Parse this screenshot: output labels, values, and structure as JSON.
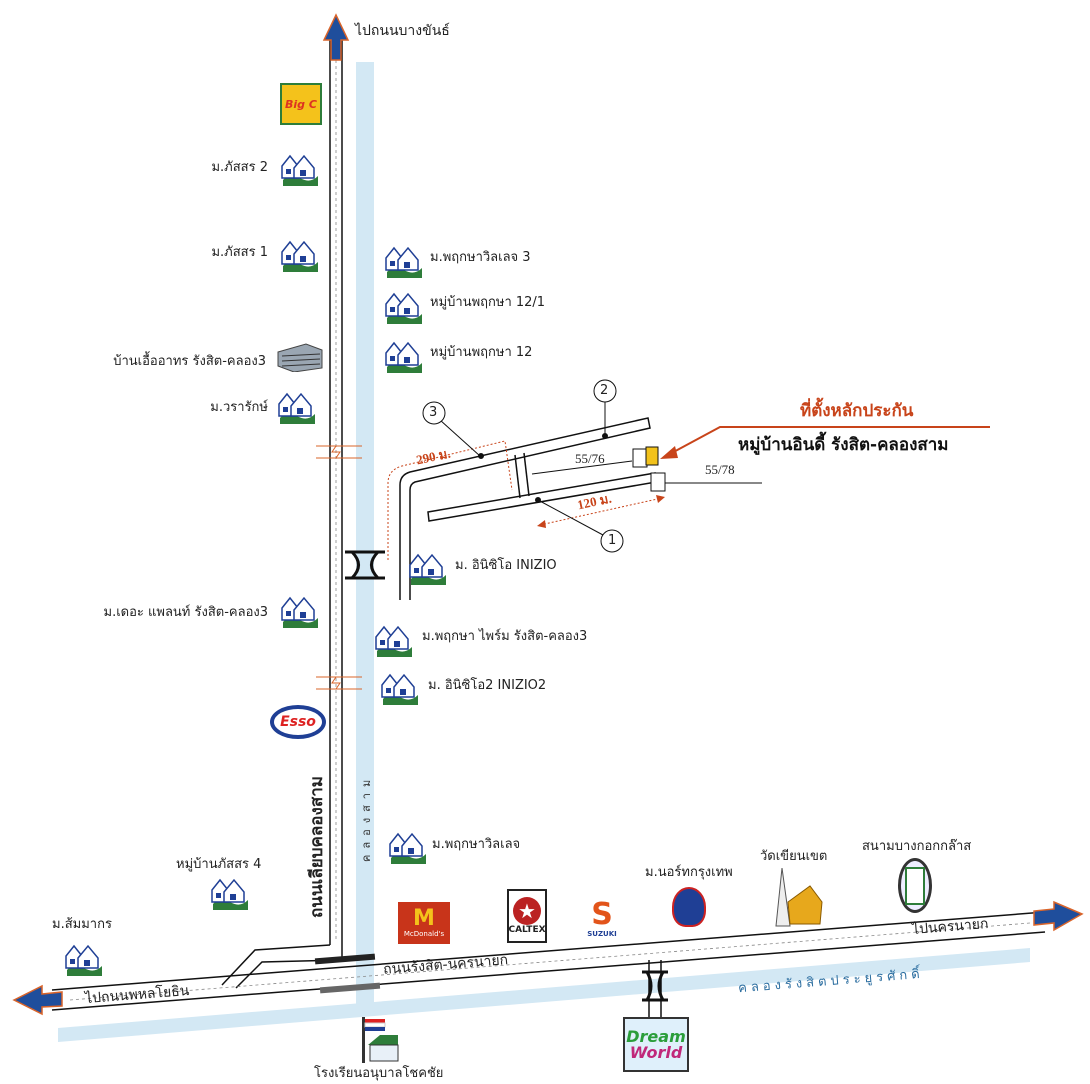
{
  "directions": {
    "north": "ไปถนนบางขันธ์",
    "west": "ไปถนนพหลโยธิน",
    "east": "ไปนครนายก"
  },
  "roads": {
    "main_vertical": "ถนนเลียบคลองสาม",
    "main_horizontal": "ถนนรังสิต-นครนายก"
  },
  "canals": {
    "vertical": "คลองสาม",
    "horizontal": "คลองรังสิตประยูรศักดิ์"
  },
  "target": {
    "title": "ที่ตั้งหลักประกัน",
    "name": "หมู่บ้านอินดี้ รังสิต-คลองสาม",
    "lot_a": "55/76",
    "lot_b": "55/78",
    "distance_a": "290 ม.",
    "distance_b": "120 ม.",
    "markers": [
      "1",
      "2",
      "3"
    ],
    "accent": "#c8441a"
  },
  "places_left": [
    {
      "label": "ม.ภัสสร 2",
      "icon": "house-icon"
    },
    {
      "label": "ม.ภัสสร 1",
      "icon": "house-icon"
    },
    {
      "label": "บ้านเอื้ออาทร รังสิต-คลอง3",
      "icon": "building-icon"
    },
    {
      "label": "ม.วรารักษ์",
      "icon": "house-icon"
    },
    {
      "label": "ม.เดอะ แพลนท์ รังสิต-คลอง3",
      "icon": "house-icon"
    },
    {
      "label": "หมู่บ้านภัสสร 4",
      "icon": "house-icon"
    },
    {
      "label": "ม.ส้มมากร",
      "icon": "house-icon"
    }
  ],
  "places_right": [
    {
      "label": "ม.พฤกษาวิลเลจ 3",
      "icon": "house-icon"
    },
    {
      "label": "หมู่บ้านพฤกษา 12/1",
      "icon": "house-icon"
    },
    {
      "label": "หมู่บ้านพฤกษา 12",
      "icon": "house-icon"
    },
    {
      "label": "ม. อินิซิโอ INIZIO",
      "icon": "house-icon"
    },
    {
      "label": "ม.พฤกษา ไพร์ม รังสิต-คลอง3",
      "icon": "house-icon"
    },
    {
      "label": "ม. อินิซิโอ2 INIZIO2",
      "icon": "house-icon"
    },
    {
      "label": "ม.พฤกษาวิลเลจ",
      "icon": "house-icon"
    }
  ],
  "landmarks": {
    "bigc": "Big C",
    "esso": "Esso",
    "mcdonalds": "McDonald's",
    "caltex": "CALTEX",
    "suzuki": "SUZUKI",
    "university": "ม.นอร์ทกรุงเทพ",
    "temple": "วัดเขียนเขต",
    "golf": "สนามบางกอกกล๊าส",
    "school": "โรงเรียนอนุบาลโชคชัย",
    "dreamworld_1": "Dream",
    "dreamworld_2": "World"
  },
  "colors": {
    "canal": "#cfe6f3",
    "arrow_blue": "#1f4e9c",
    "arrow_orange": "#d9642a",
    "lawn": "#2e7d3a"
  }
}
